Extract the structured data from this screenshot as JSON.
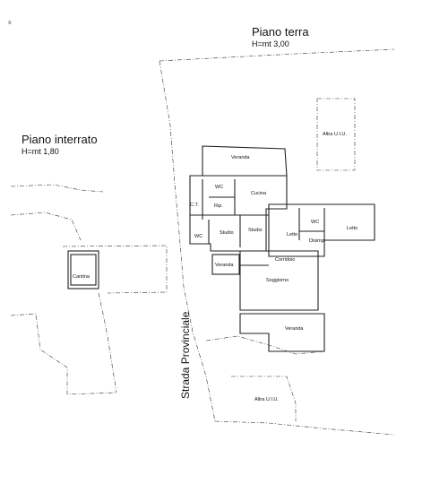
{
  "header_mark": "≡",
  "ground_floor": {
    "title": "Piano terra",
    "height": "H=mt 3,00"
  },
  "basement": {
    "title": "Piano interrato",
    "height": "H=mt 1,80"
  },
  "road": "Strada Provinciale",
  "rooms": {
    "veranda_top": "Veranda",
    "wc_1": "WC",
    "cucina": "Cucina",
    "rip": "Rip.",
    "ct": "C.T.",
    "wc_2": "WC",
    "studio_1": "Studio",
    "studio_2": "Studio",
    "veranda_small": "Veranda",
    "corridoio": "Corridoio",
    "soggiorno": "Soggiorno",
    "veranda_bottom": "Veranda",
    "letto_1": "Letto",
    "wc_3": "WC",
    "disimp": "Disimp.",
    "letto_2": "Letto",
    "cantina": "Cantina",
    "altra_uiu_1": "Altra U.I.U.",
    "altra_uiu_2": "Altra U.I.U."
  }
}
